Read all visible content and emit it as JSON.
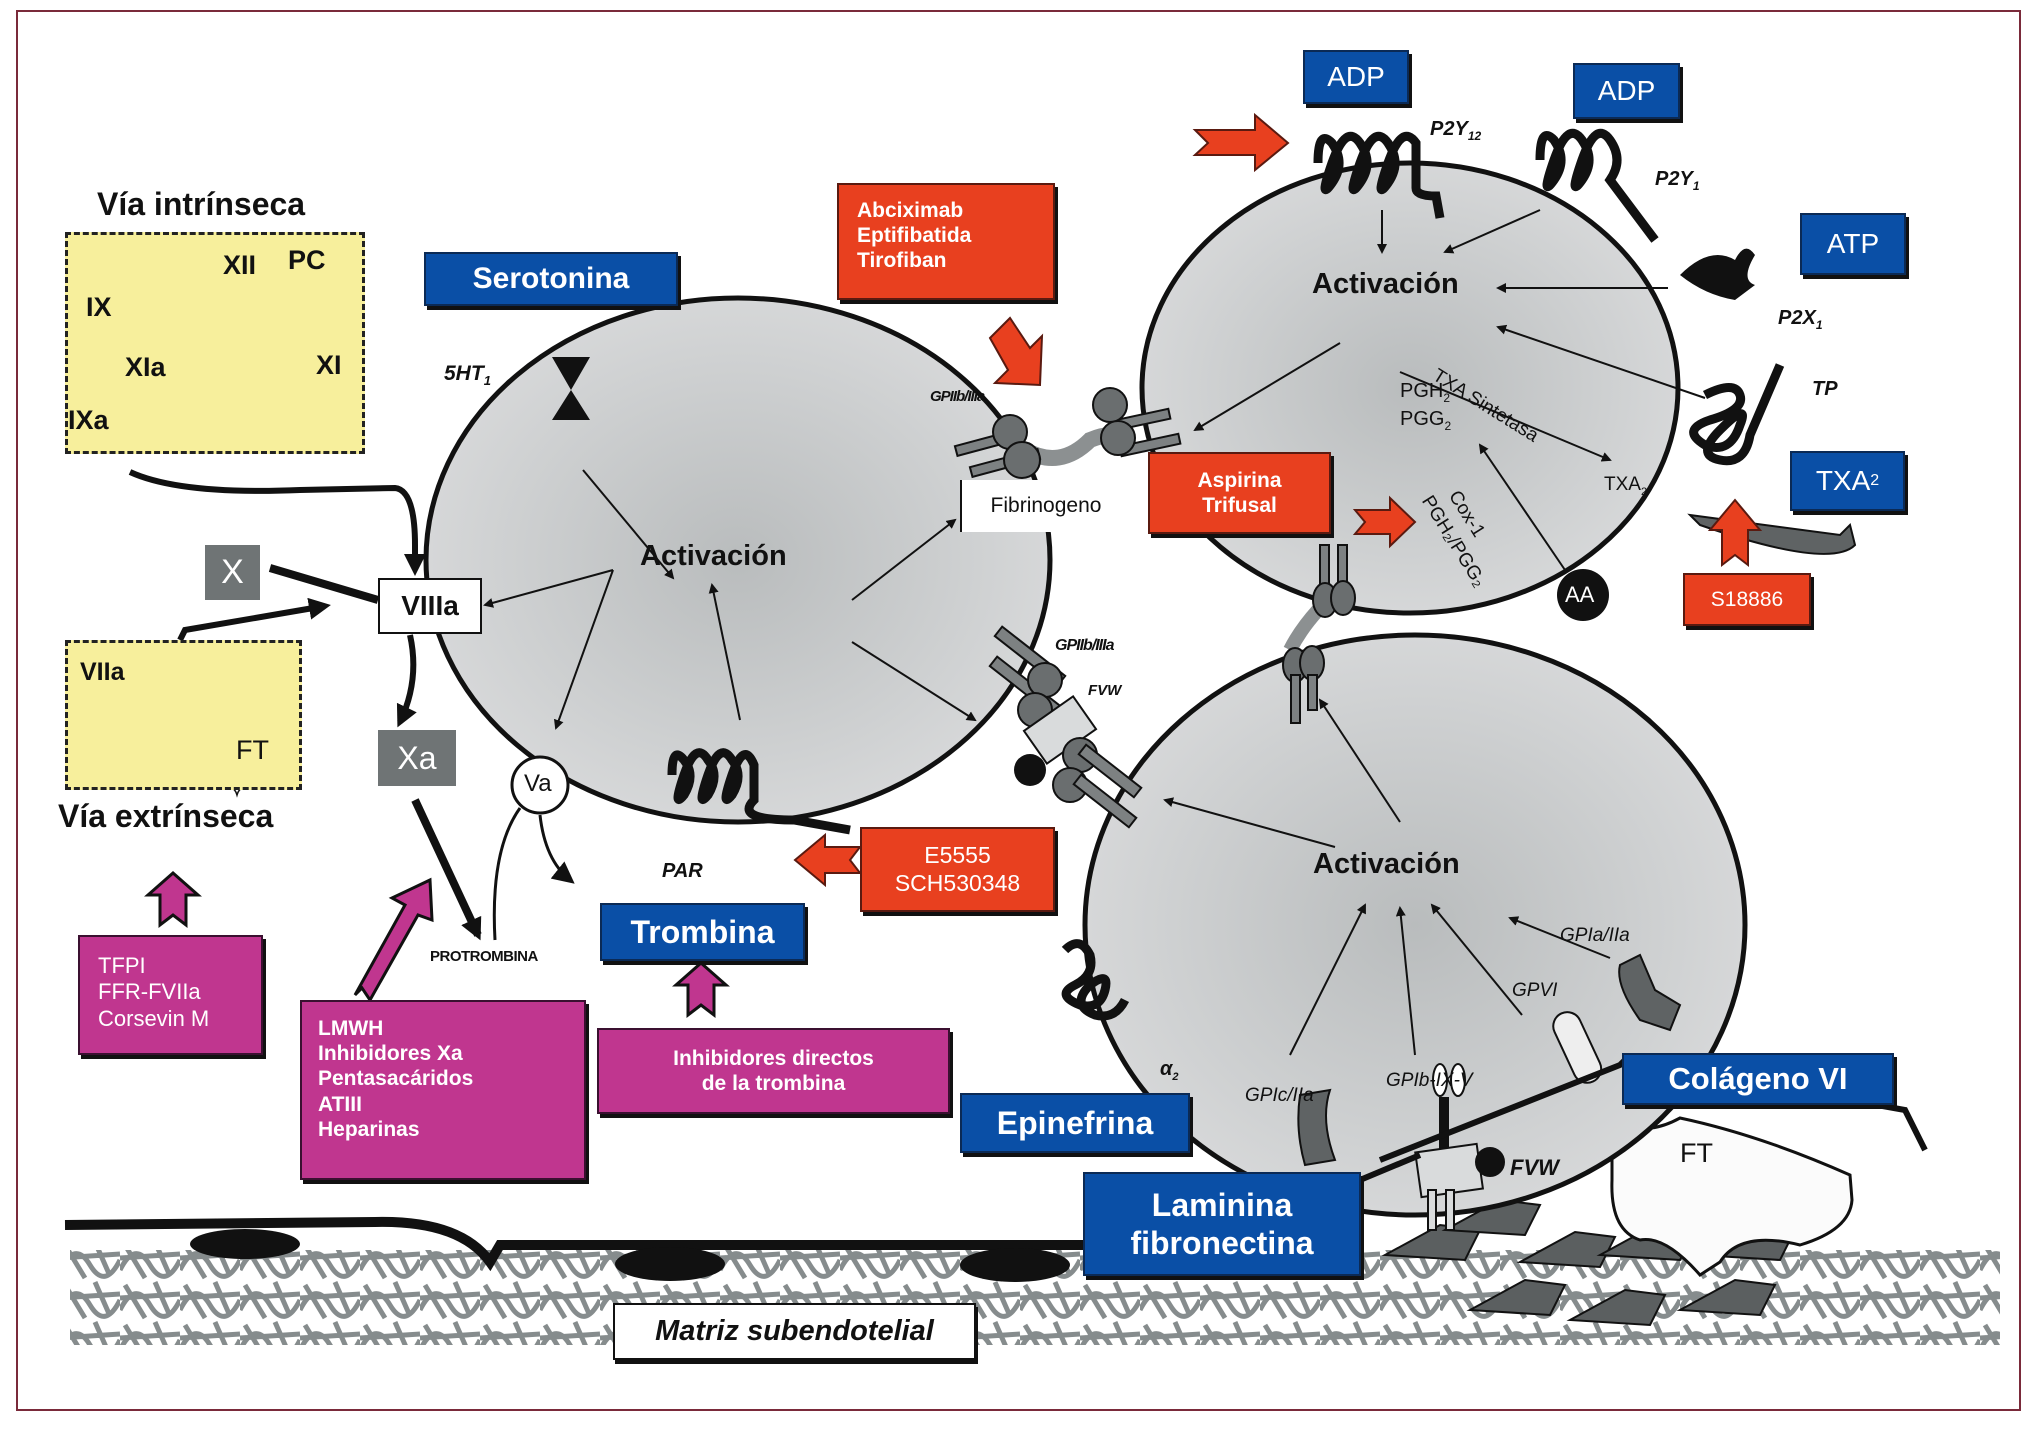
{
  "colors": {
    "frame": "#7a2a3a",
    "agonist_box": "#0a4fa6",
    "drug_red_box": "#e8401f",
    "drug_magenta_box": "#c0368f",
    "factor_gray_box": "#6f7475",
    "pathway_yellow": "#f7ef9c",
    "platelet_fill": "#c9cbcc",
    "matrix_gray": "#7d8384"
  },
  "intrinsic_pathway": {
    "title": "Vía intrínseca",
    "factors": [
      "XII",
      "PC",
      "IX",
      "XIa",
      "XI",
      "IXa"
    ]
  },
  "extrinsic_pathway": {
    "title": "Vía extrínseca",
    "factors": [
      "VIIa",
      "FT"
    ]
  },
  "coagulation_factors": {
    "x": "X",
    "viiia": "VIIIa",
    "xa": "Xa",
    "va": "Va",
    "protrombina": "PROTROMBINA"
  },
  "agonists": {
    "serotonina": "Serotonina",
    "adp_1": "ADP",
    "adp_2": "ADP",
    "atp": "ATP",
    "txa2": "TXA",
    "txa2_sub": "2",
    "trombina": "Trombina",
    "epinefrina": "Epinefrina",
    "colageno": "Colágeno VI",
    "laminina": [
      "Laminina",
      "fibronectina"
    ]
  },
  "receptors": {
    "5ht": "5HT",
    "5ht_sub": "1",
    "gp_iib_iiia_top": "GPIIb/IIIa",
    "gp_iib_iiia_mid": "GPIIb/IIIa",
    "fvw_mid": "FVW",
    "p2y12": "P2Y",
    "p2y12_sub": "12",
    "p2y1": "P2Y",
    "p2y1_sub": "1",
    "p2x1": "P2X",
    "p2x1_sub": "1",
    "tp": "TP",
    "par": "PAR",
    "alpha2": "α",
    "alpha2_sub": "2",
    "gpic_iia": "GPIc/IIa",
    "gpib_ix_v": "GPIb-IX-V",
    "gpvi": "GPVI",
    "gpia_iia": "GPIa/IIa",
    "fvw_bottom": "FVW"
  },
  "platelet_labels": {
    "activation": "Activación",
    "pgh2": "PGH",
    "pgg2": "PGG",
    "sub2": "2",
    "txa_sintetasa": "TXA Sintetasa",
    "txa2_inner": "TXA",
    "cox1": "Cox-1",
    "pgh2_pgg2": "PGH₂/PGG₂",
    "aa": "AA",
    "fibrinogeno": "Fibrinogeno"
  },
  "drugs": {
    "gp_inhibitors": [
      "Abciximab",
      "Eptifibatida",
      "Tirofiban"
    ],
    "cox_inhibitors": [
      "Aspirina",
      "Trifusal"
    ],
    "tp_antagonist": [
      "S18886"
    ],
    "par_antagonists": [
      "E5555",
      "SCH530348"
    ],
    "extrinsic_inhibitors": [
      "TFPI",
      "FFR-FVIIa",
      "Corsevin M"
    ],
    "xa_inhibitors": [
      "LMWH",
      "Inhibidores Xa",
      "Pentasacáridos",
      "ATIII",
      "Heparinas"
    ],
    "thrombin_inhibitors": [
      "Inhibidores directos",
      "de la trombina"
    ]
  },
  "subendothelium": {
    "matrix_label": "Matriz subendotelial",
    "ft_label": "FT"
  }
}
